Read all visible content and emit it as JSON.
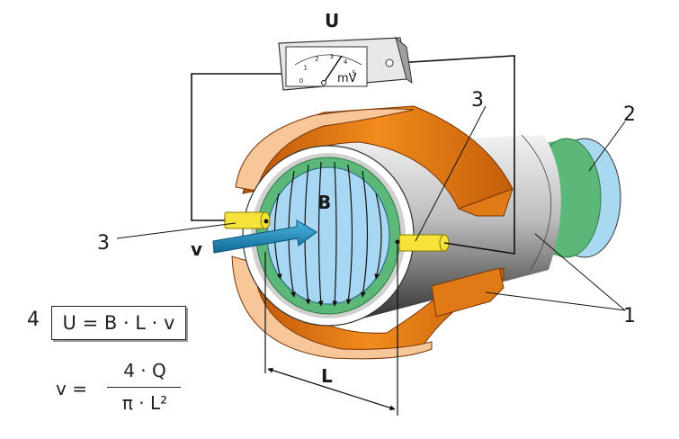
{
  "meter": {
    "title": "U",
    "unit": "mV",
    "scale": [
      "0",
      "1",
      "2",
      "3",
      "4",
      "5"
    ]
  },
  "labels": {
    "field": "B",
    "velocity": "v",
    "length": "L",
    "callout_1": "1",
    "callout_2": "2",
    "callout_3_left": "3",
    "callout_3_right": "3"
  },
  "formulas": {
    "index": "4",
    "main": "U = B · L · v",
    "v_lhs": "v =",
    "v_num": "4 · Q",
    "v_den": "π · L²"
  },
  "colors": {
    "coil": "#d8670f",
    "coil_rim": "#f7c79a",
    "liner": "#5cb878",
    "fluid": "#a8d7f3",
    "electrode": "#f5e23a",
    "arrow": "#1a86b8"
  }
}
